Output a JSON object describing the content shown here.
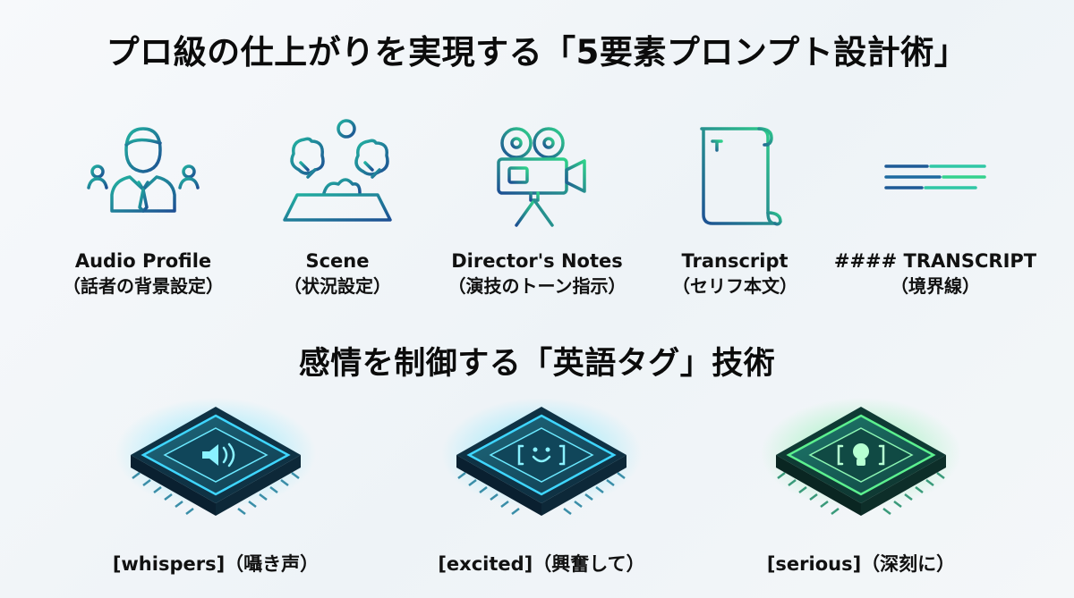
{
  "title": "プロ級の仕上がりを実現する「5要素プロンプト設計術」",
  "elements": [
    {
      "label": "Audio Profile",
      "sub": "（話者の背景設定）",
      "icon": "person-icon"
    },
    {
      "label": "Scene",
      "sub": "（状況設定）",
      "icon": "scene-icon"
    },
    {
      "label": "Director's Notes",
      "sub": "（演技のトーン指示）",
      "icon": "camera-icon"
    },
    {
      "label": "Transcript",
      "sub": "（セリフ本文）",
      "icon": "scroll-icon"
    },
    {
      "label": "#### TRANSCRIPT",
      "sub": "（境界線）",
      "icon": "lines-icon"
    }
  ],
  "title2": "感情を制御する「英語タグ」技術",
  "tags": [
    {
      "label": "[whispers]（囁き声）",
      "icon": "speaker-chip-icon"
    },
    {
      "label": "[excited]（興奮して）",
      "icon": "smile-chip-icon"
    },
    {
      "label": "[serious]（深刻に）",
      "icon": "bulb-chip-icon"
    }
  ],
  "colors": {
    "accent_teal": "#1aa89a",
    "accent_blue": "#1d5a96",
    "accent_green": "#33d17a",
    "chip_glow": "#4de0ff"
  }
}
